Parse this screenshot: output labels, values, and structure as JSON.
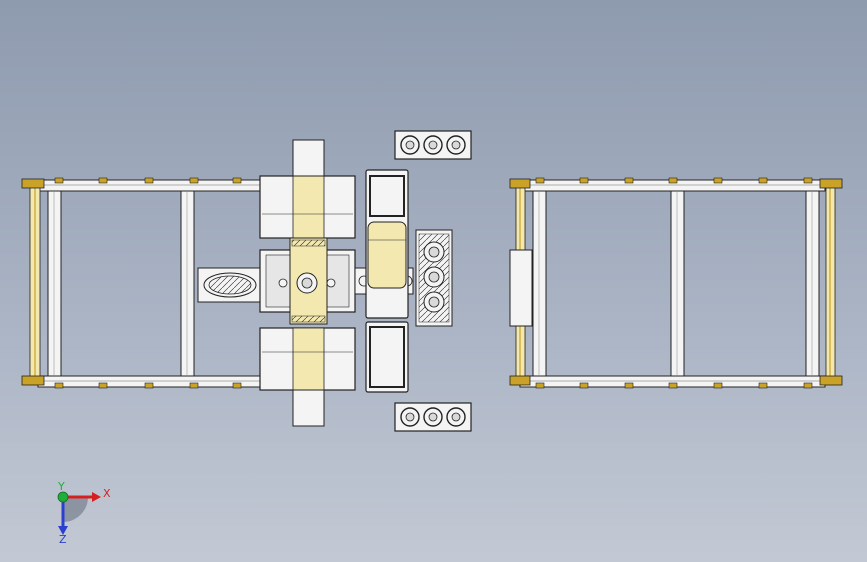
{
  "viewport": {
    "background_top": "#8e9aae",
    "background_bottom": "#c3c9d4"
  },
  "colors": {
    "frame_fill": "#f4f4f4",
    "frame_stroke": "#222222",
    "yellow_part": "#f3e8b0",
    "gold_detail": "#c9a227",
    "inner_gray": "#d9d9d9"
  },
  "triad": {
    "x_label": "X",
    "y_label": "Y",
    "z_label": "Z",
    "x_color": "#d62020",
    "y_color": "#1fae3a",
    "z_color": "#2a3fd0"
  }
}
